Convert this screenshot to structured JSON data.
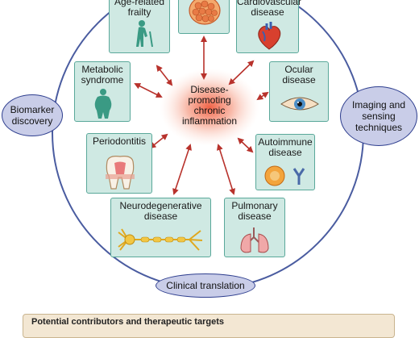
{
  "center": {
    "label": "Disease-\npromoting\nchronic\ninflammation"
  },
  "conditions": {
    "frailty": "Age-related\nfrailty",
    "cancer": "",
    "cardiovascular": "Cardiovascular\ndisease",
    "metabolic": "Metabolic\nsyndrome",
    "ocular": "Ocular\ndisease",
    "periodontitis": "Periodontitis",
    "autoimmune": "Autoimmune\ndisease",
    "neurodegenerative": "Neurodegenerative\ndisease",
    "pulmonary": "Pulmonary\ndisease"
  },
  "ovals": {
    "biomarker": "Biomarker\ndiscovery",
    "imaging": "Imaging and\nsensing\ntechniques",
    "clinical": "Clinical translation"
  },
  "bottom_note": "Potential contributors and therapeutic targets",
  "colors": {
    "box_fill": "#cfe9e3",
    "box_border": "#5aa89a",
    "arrow": "#b8322c",
    "circle": "#4a5ca0",
    "oval_fill": "#c9cde8",
    "glow": "#f4a08a"
  }
}
